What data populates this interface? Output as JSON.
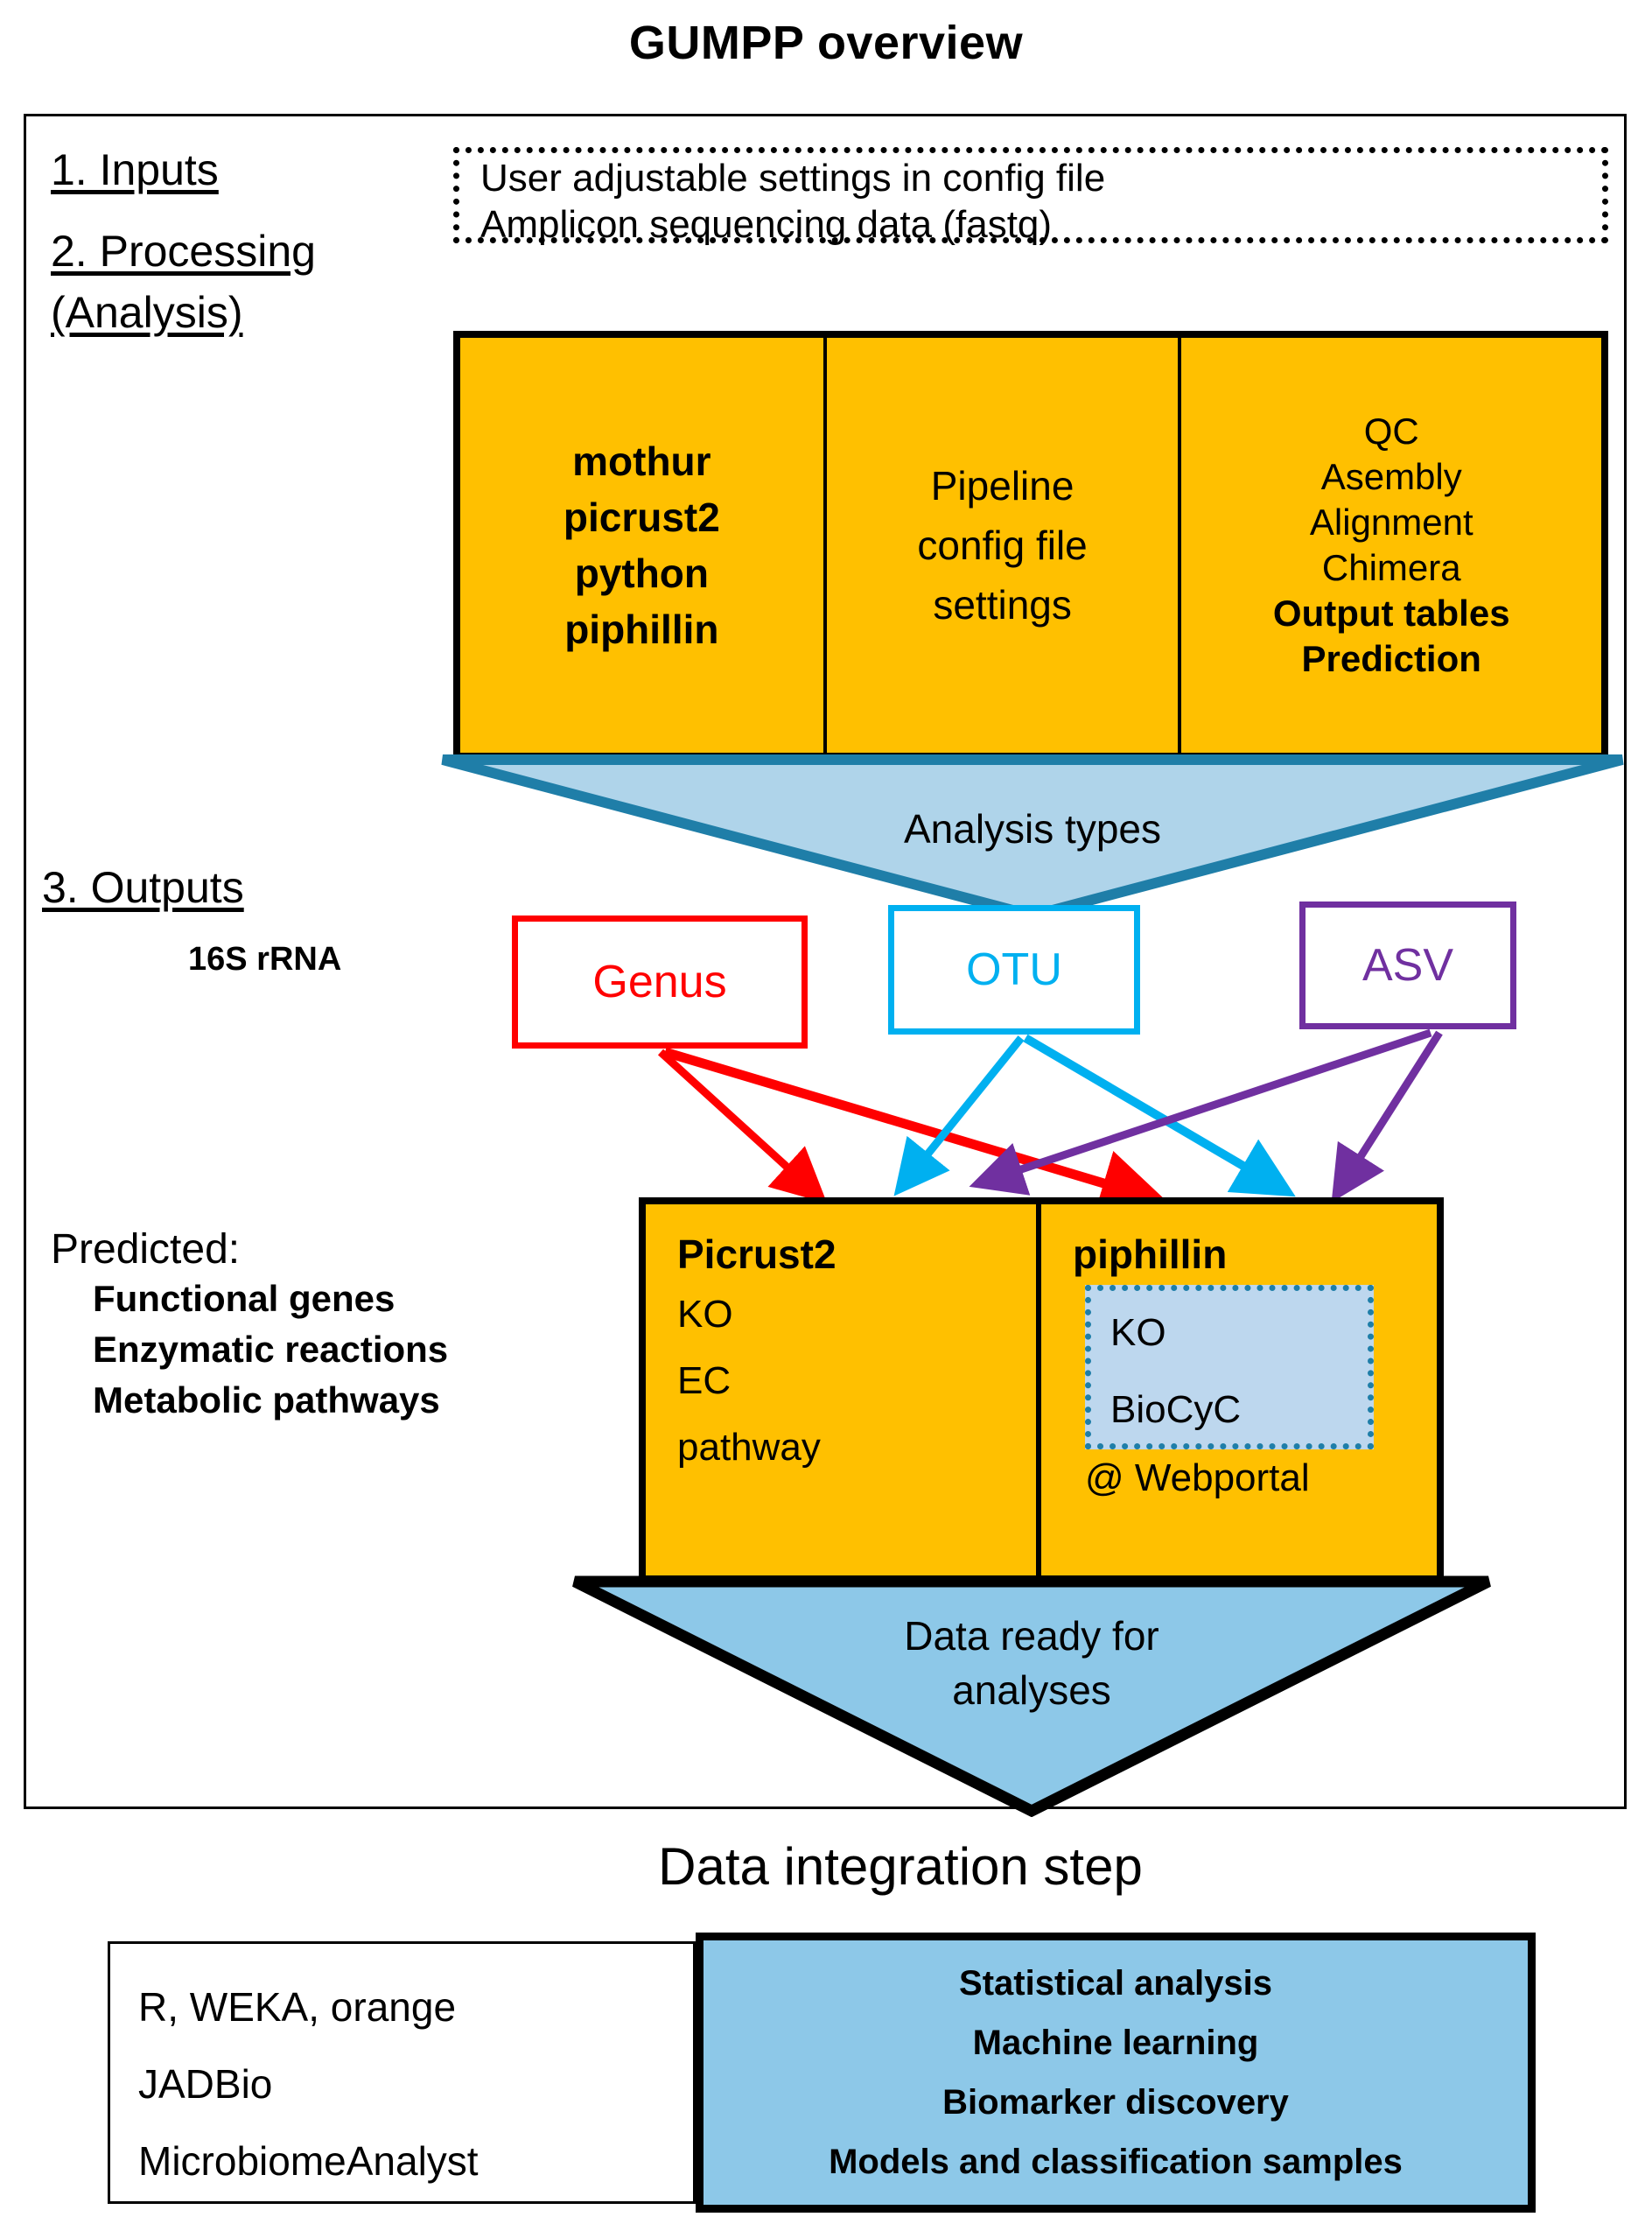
{
  "title": "GUMPP overview",
  "stages": {
    "inputs_label": "1. Inputs",
    "processing_label": "2. Processing",
    "analysis_label": "(Analysis)",
    "outputs_label": "3. Outputs",
    "rrna_label": "16S rRNA"
  },
  "inputs_box": {
    "line1": "User adjustable settings in config file",
    "line2": "Amplicon sequencing data (fastq)"
  },
  "processing_box": {
    "tools": [
      "mothur",
      "picrust2",
      "python",
      "piphillin"
    ],
    "config": [
      "Pipeline",
      "config file",
      "settings"
    ],
    "steps": [
      "QC",
      "Asembly",
      "Alignment",
      "Chimera",
      "Output tables",
      "Prediction"
    ],
    "bold_steps": [
      "Output tables",
      "Prediction"
    ]
  },
  "analysis_funnel": {
    "caption": "Analysis types"
  },
  "type_boxes": [
    {
      "label": "Genus",
      "color": "#FF0000"
    },
    {
      "label": "OTU",
      "color": "#00B0F0"
    },
    {
      "label": "ASV",
      "color": "#7030A0"
    }
  ],
  "predicted": {
    "heading": "Predicted:",
    "items": [
      "Functional genes",
      "Enzymatic reactions",
      "Metabolic pathways"
    ]
  },
  "prediction_boxes": {
    "picrust": {
      "title": "Picrust2",
      "items": [
        "KO",
        "EC",
        "pathway"
      ]
    },
    "piphillin": {
      "title": "piphillin",
      "highlighted": [
        "KO",
        "BioCyC"
      ],
      "footer": "@ Webportal"
    }
  },
  "ready_funnel": {
    "line1": "Data ready for",
    "line2": "analyses"
  },
  "integration": {
    "title": "Data integration step",
    "tools": [
      "R, WEKA, orange",
      "JADBio",
      "MicrobiomeAnalyst"
    ],
    "methods": [
      "Statistical analysis",
      "Machine learning",
      "Biomarker discovery",
      "Models and classification samples"
    ]
  },
  "colors": {
    "orange": "#FFC000",
    "funnel_fill": "#AFD4EA",
    "funnel_stroke": "#1F7EA8",
    "light_blue": "#BDD7EE",
    "integration_blue": "#8DC8E8",
    "genus_red": "#FF0000",
    "otu_cyan": "#00B0F0",
    "asv_purple": "#7030A0"
  }
}
